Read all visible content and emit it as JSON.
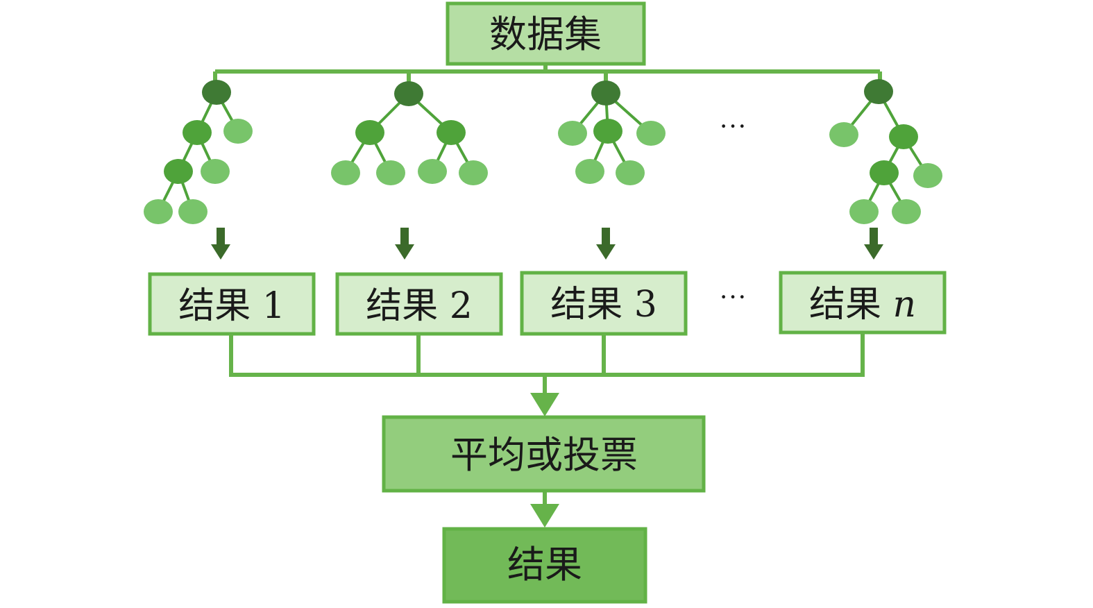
{
  "title": "Random forest ensemble diagram",
  "colors": {
    "line": "#66b34a",
    "root_node": "#3f7a34",
    "inner_node": "#4fa33a",
    "leaf_node": "#78c46a",
    "arrow_dark": "#3b6a2a",
    "dataset_fill": "#b5dea4",
    "result_fill": "#d6edcc",
    "aggregate_fill": "#93cd7d",
    "final_fill": "#72ba58",
    "border": "#62b246"
  },
  "dataset": {
    "label": "数据集"
  },
  "trees": [
    {
      "name": "tree-1",
      "shape": "left-deep"
    },
    {
      "name": "tree-2",
      "shape": "balanced"
    },
    {
      "name": "tree-3",
      "shape": "three-way"
    },
    {
      "name": "tree-n",
      "shape": "right-deep"
    }
  ],
  "tree_ellipsis": "···",
  "results": [
    {
      "label": "结果",
      "index": "1"
    },
    {
      "label": "结果",
      "index": "2"
    },
    {
      "label": "结果",
      "index": "3"
    },
    {
      "label": "结果",
      "index": "n"
    }
  ],
  "results_ellipsis": "···",
  "aggregate": {
    "label": "平均或投票"
  },
  "final": {
    "label": "结果"
  }
}
